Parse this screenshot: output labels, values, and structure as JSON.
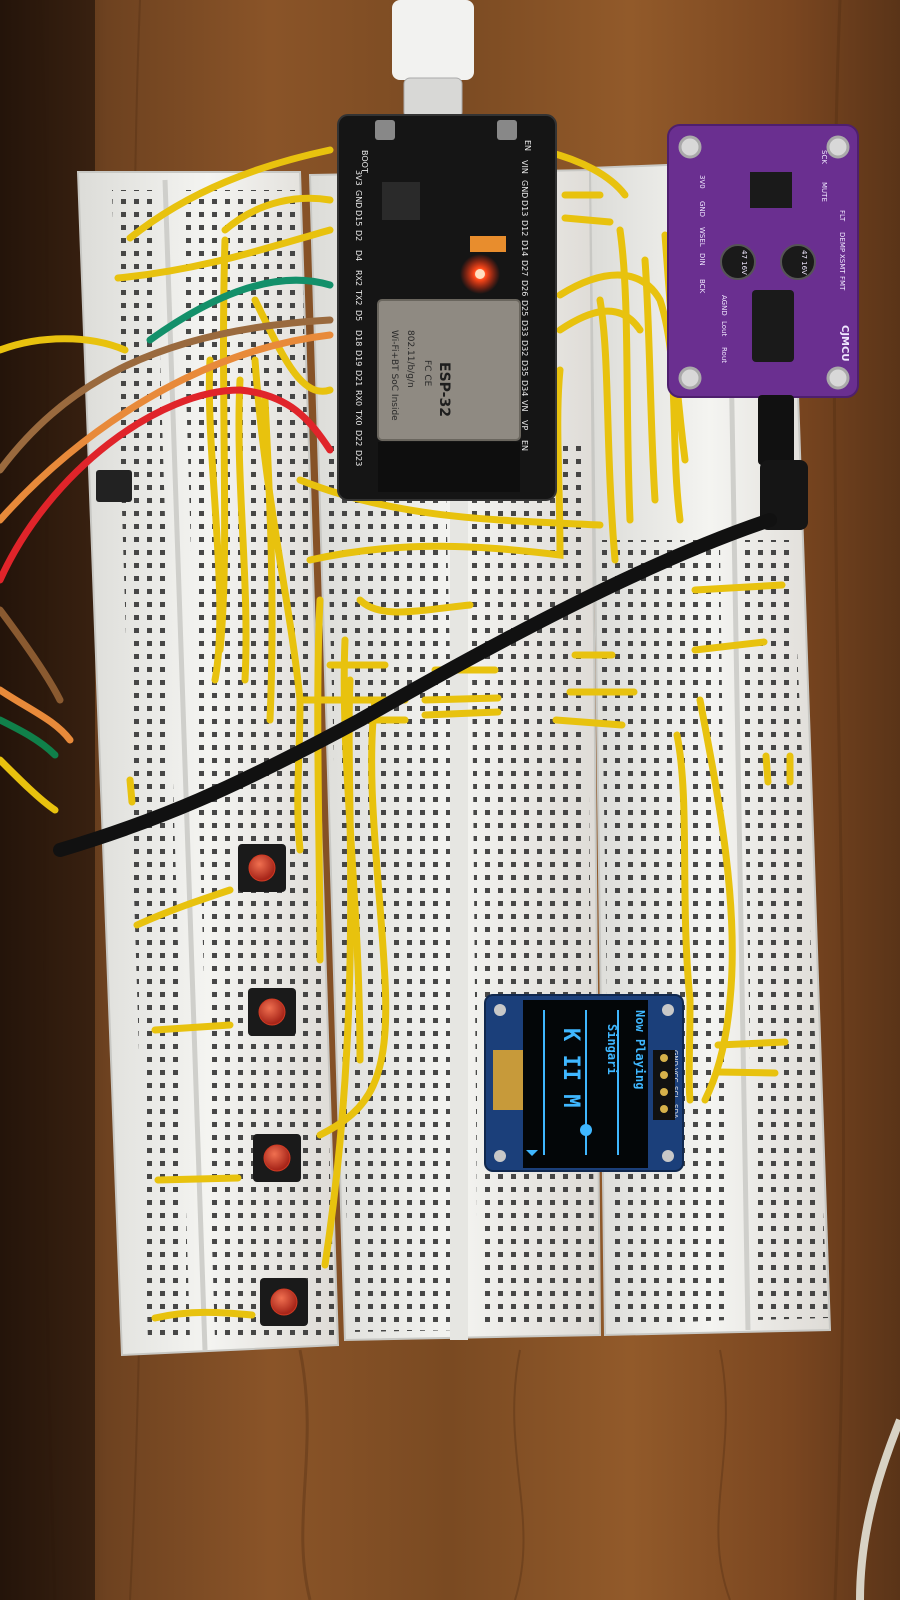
{
  "esp32": {
    "module_label": "ESP-32",
    "module_sub1": "Wi-Fi+BT SoC Inside",
    "module_sub2": "802.11/b/g/n",
    "module_fcc": "FC CE",
    "boot_label": "BOOT",
    "en_label": "EN",
    "left_pins": [
      "3V3",
      "GND",
      "D15",
      "D2",
      "D4",
      "RX2",
      "TX2",
      "D5",
      "D18",
      "D19",
      "D21",
      "RX0",
      "TX0",
      "D22",
      "D23"
    ],
    "right_pins": [
      "VIN",
      "GND",
      "D13",
      "D12",
      "D14",
      "D27",
      "D26",
      "D25",
      "D33",
      "D32",
      "D35",
      "D34",
      "VN",
      "VP",
      "EN"
    ]
  },
  "dac": {
    "brand": "CJMCU",
    "pins_top": [
      "SCK",
      "MUTE"
    ],
    "pins_left": [
      "3V0",
      "GND",
      "WSEL",
      "DIN",
      "BCK"
    ],
    "pins_right": [
      "FLT",
      "DEMP",
      "XSMT",
      "FMT"
    ],
    "pins_mid": [
      "AGND",
      "Lout",
      "Rout"
    ],
    "cap1": "47 16V",
    "cap2": "47 16V"
  },
  "oled": {
    "title": "Now Playing",
    "track": "Singari",
    "controls": "K II M",
    "pins": [
      "GND",
      "VCC",
      "SCL",
      "SDA"
    ]
  },
  "buttons": [
    {
      "color": "#d23a22"
    },
    {
      "color": "#d23a22"
    },
    {
      "color": "#d23a22"
    },
    {
      "color": "#d23a22"
    }
  ],
  "colors": {
    "wood": "#7a4a22",
    "breadboard": "#efefec",
    "jumper": "#e8c20e",
    "esp32_pcb": "#151515",
    "dac_pcb": "#6a2f90",
    "oled_pcb": "#1b3f7a",
    "oled_glow": "#3fb7ff",
    "led": "#ff3a1a"
  }
}
